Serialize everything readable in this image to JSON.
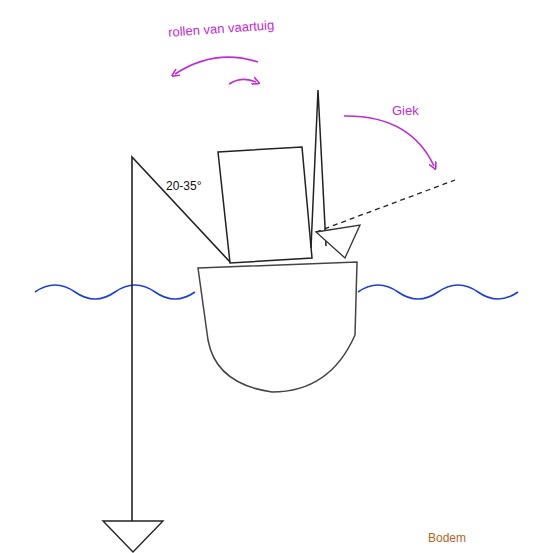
{
  "diagram": {
    "labels": [
      "rollen van vaartuig",
      "Giek",
      "20-35°",
      "Bodem"
    ]
  }
}
